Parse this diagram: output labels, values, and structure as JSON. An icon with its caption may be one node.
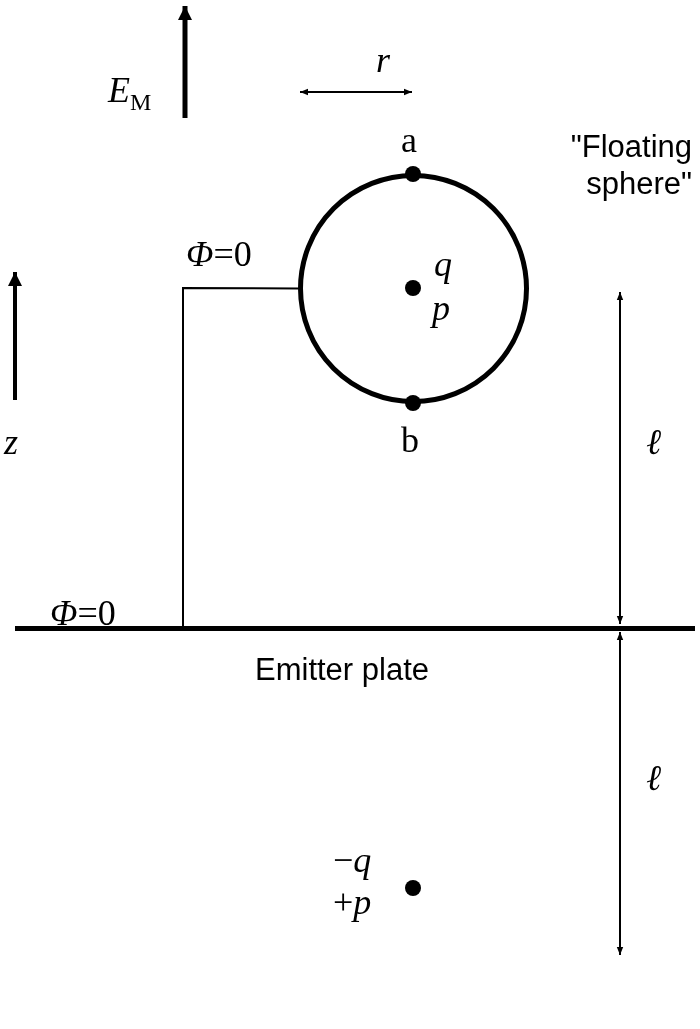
{
  "diagram": {
    "nodes": [
      {
        "text": [],
        "shape": "circle",
        "beside": [
          "\"Floating sphere\""
        ]
      },
      {
        "text": [
          "Emitter plate"
        ]
      }
    ],
    "edges": [
      {
        "from": 0,
        "to": 1,
        "arrow": "none"
      }
    ],
    "labels": [
      "*E*$_{M}$",
      "r",
      "a",
      "*Φ*=0",
      "q",
      "p",
      "z",
      "b",
      "ℓ",
      "*Φ*=0",
      "ℓ",
      "−*q*",
      "+*p*"
    ]
  }
}
